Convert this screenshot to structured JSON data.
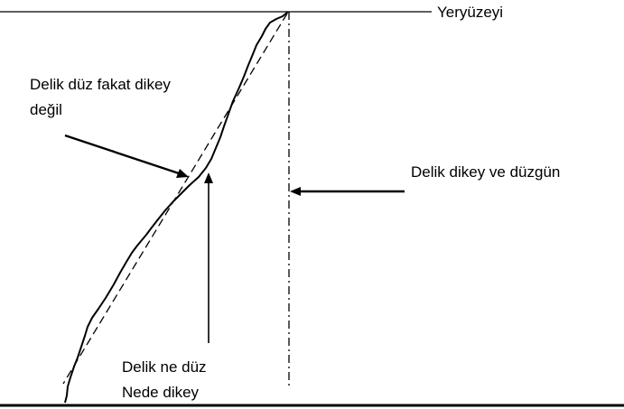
{
  "labels": {
    "surface": "Yeryüzeyi",
    "straight_not_vertical_line1": "Delik düz fakat dikey",
    "straight_not_vertical_line2": "değil",
    "vertical_and_straight": "Delik dikey ve düzgün",
    "neither_line1": "Delik ne düz",
    "neither_line2": "Nede dikey"
  },
  "colors": {
    "stroke": "#000000",
    "background": "#ffffff"
  }
}
